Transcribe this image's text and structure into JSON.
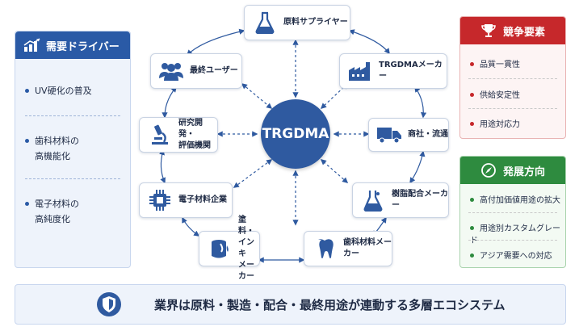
{
  "center": {
    "label": "TRGDMA"
  },
  "demand_panel": {
    "title": "需要ドライバー",
    "items": [
      {
        "line1": "UV硬化の普及",
        "line2": ""
      },
      {
        "line1": "歯科材料の",
        "line2": "高機能化"
      },
      {
        "line1": "電子材料の",
        "line2": "高純度化"
      }
    ]
  },
  "nodes": [
    {
      "id": "raw",
      "line1": "原料サプライヤー",
      "line2": "",
      "icon": "flask-icon"
    },
    {
      "id": "trgdma-maker",
      "line1": "TRGDMAメーカー",
      "line2": "",
      "icon": "factory-icon"
    },
    {
      "id": "trading",
      "line1": "商社・流通",
      "line2": "",
      "icon": "truck-icon"
    },
    {
      "id": "resin",
      "line1": "樹脂配合メーカー",
      "line2": "",
      "icon": "beaker-icon"
    },
    {
      "id": "dental",
      "line1": "歯科材料メーカー",
      "line2": "",
      "icon": "tooth-icon"
    },
    {
      "id": "paint",
      "line1": "塗料・インキ",
      "line2": "メーカー",
      "icon": "paint-can-icon"
    },
    {
      "id": "electronic",
      "line1": "電子材料企業",
      "line2": "",
      "icon": "chip-icon"
    },
    {
      "id": "rnd",
      "line1": "研究開発・",
      "line2": "評価機関",
      "icon": "microscope-icon"
    },
    {
      "id": "end-user",
      "line1": "最終ユーザー",
      "line2": "",
      "icon": "users-icon"
    }
  ],
  "competition_panel": {
    "title": "競争要素",
    "items": [
      "品質一貫性",
      "供給安定性",
      "用途対応力"
    ]
  },
  "growth_panel": {
    "title": "発展方向",
    "items": [
      "高付加価値用途の拡大",
      "用途別カスタムグレード",
      "アジア需要への対応"
    ]
  },
  "banner": {
    "text": "業界は原料・製造・配合・最終用途が連動する多層エコシステム"
  },
  "colors": {
    "primary": "#2f5aa0",
    "competition": "#c6282b",
    "growth": "#2e8b3f",
    "panel_bg": "#eef3fb"
  }
}
